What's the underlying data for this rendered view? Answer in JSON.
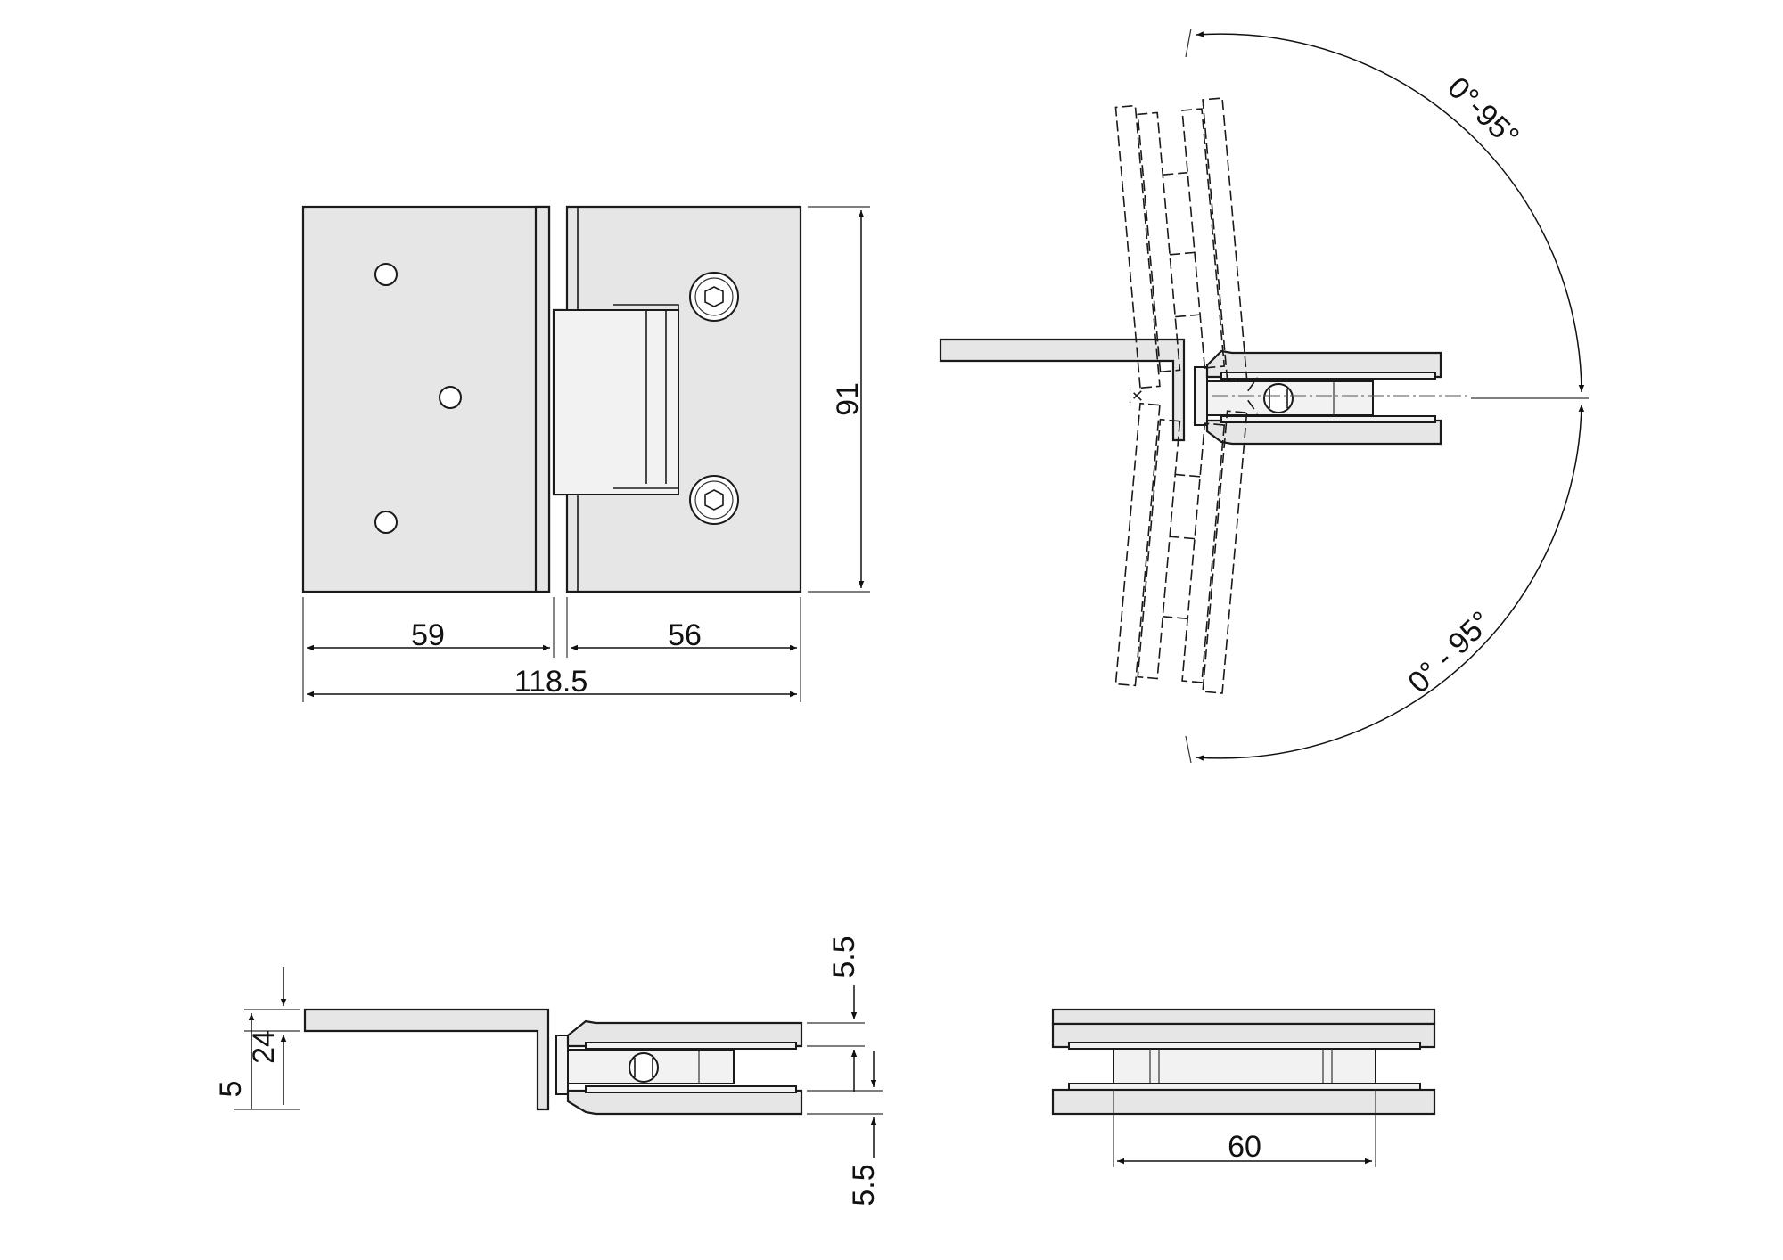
{
  "front_view": {
    "width_left": "59",
    "width_right": "56",
    "width_total": "118.5",
    "height": "91"
  },
  "top_view": {
    "angle_upper": "0°-95°",
    "angle_lower": "0° - 95°"
  },
  "side_view": {
    "top_plate": "5.5",
    "bottom_plate": "5.5",
    "wall_leaf": "24",
    "wall_thickness": "5"
  },
  "end_view": {
    "width": "60"
  }
}
